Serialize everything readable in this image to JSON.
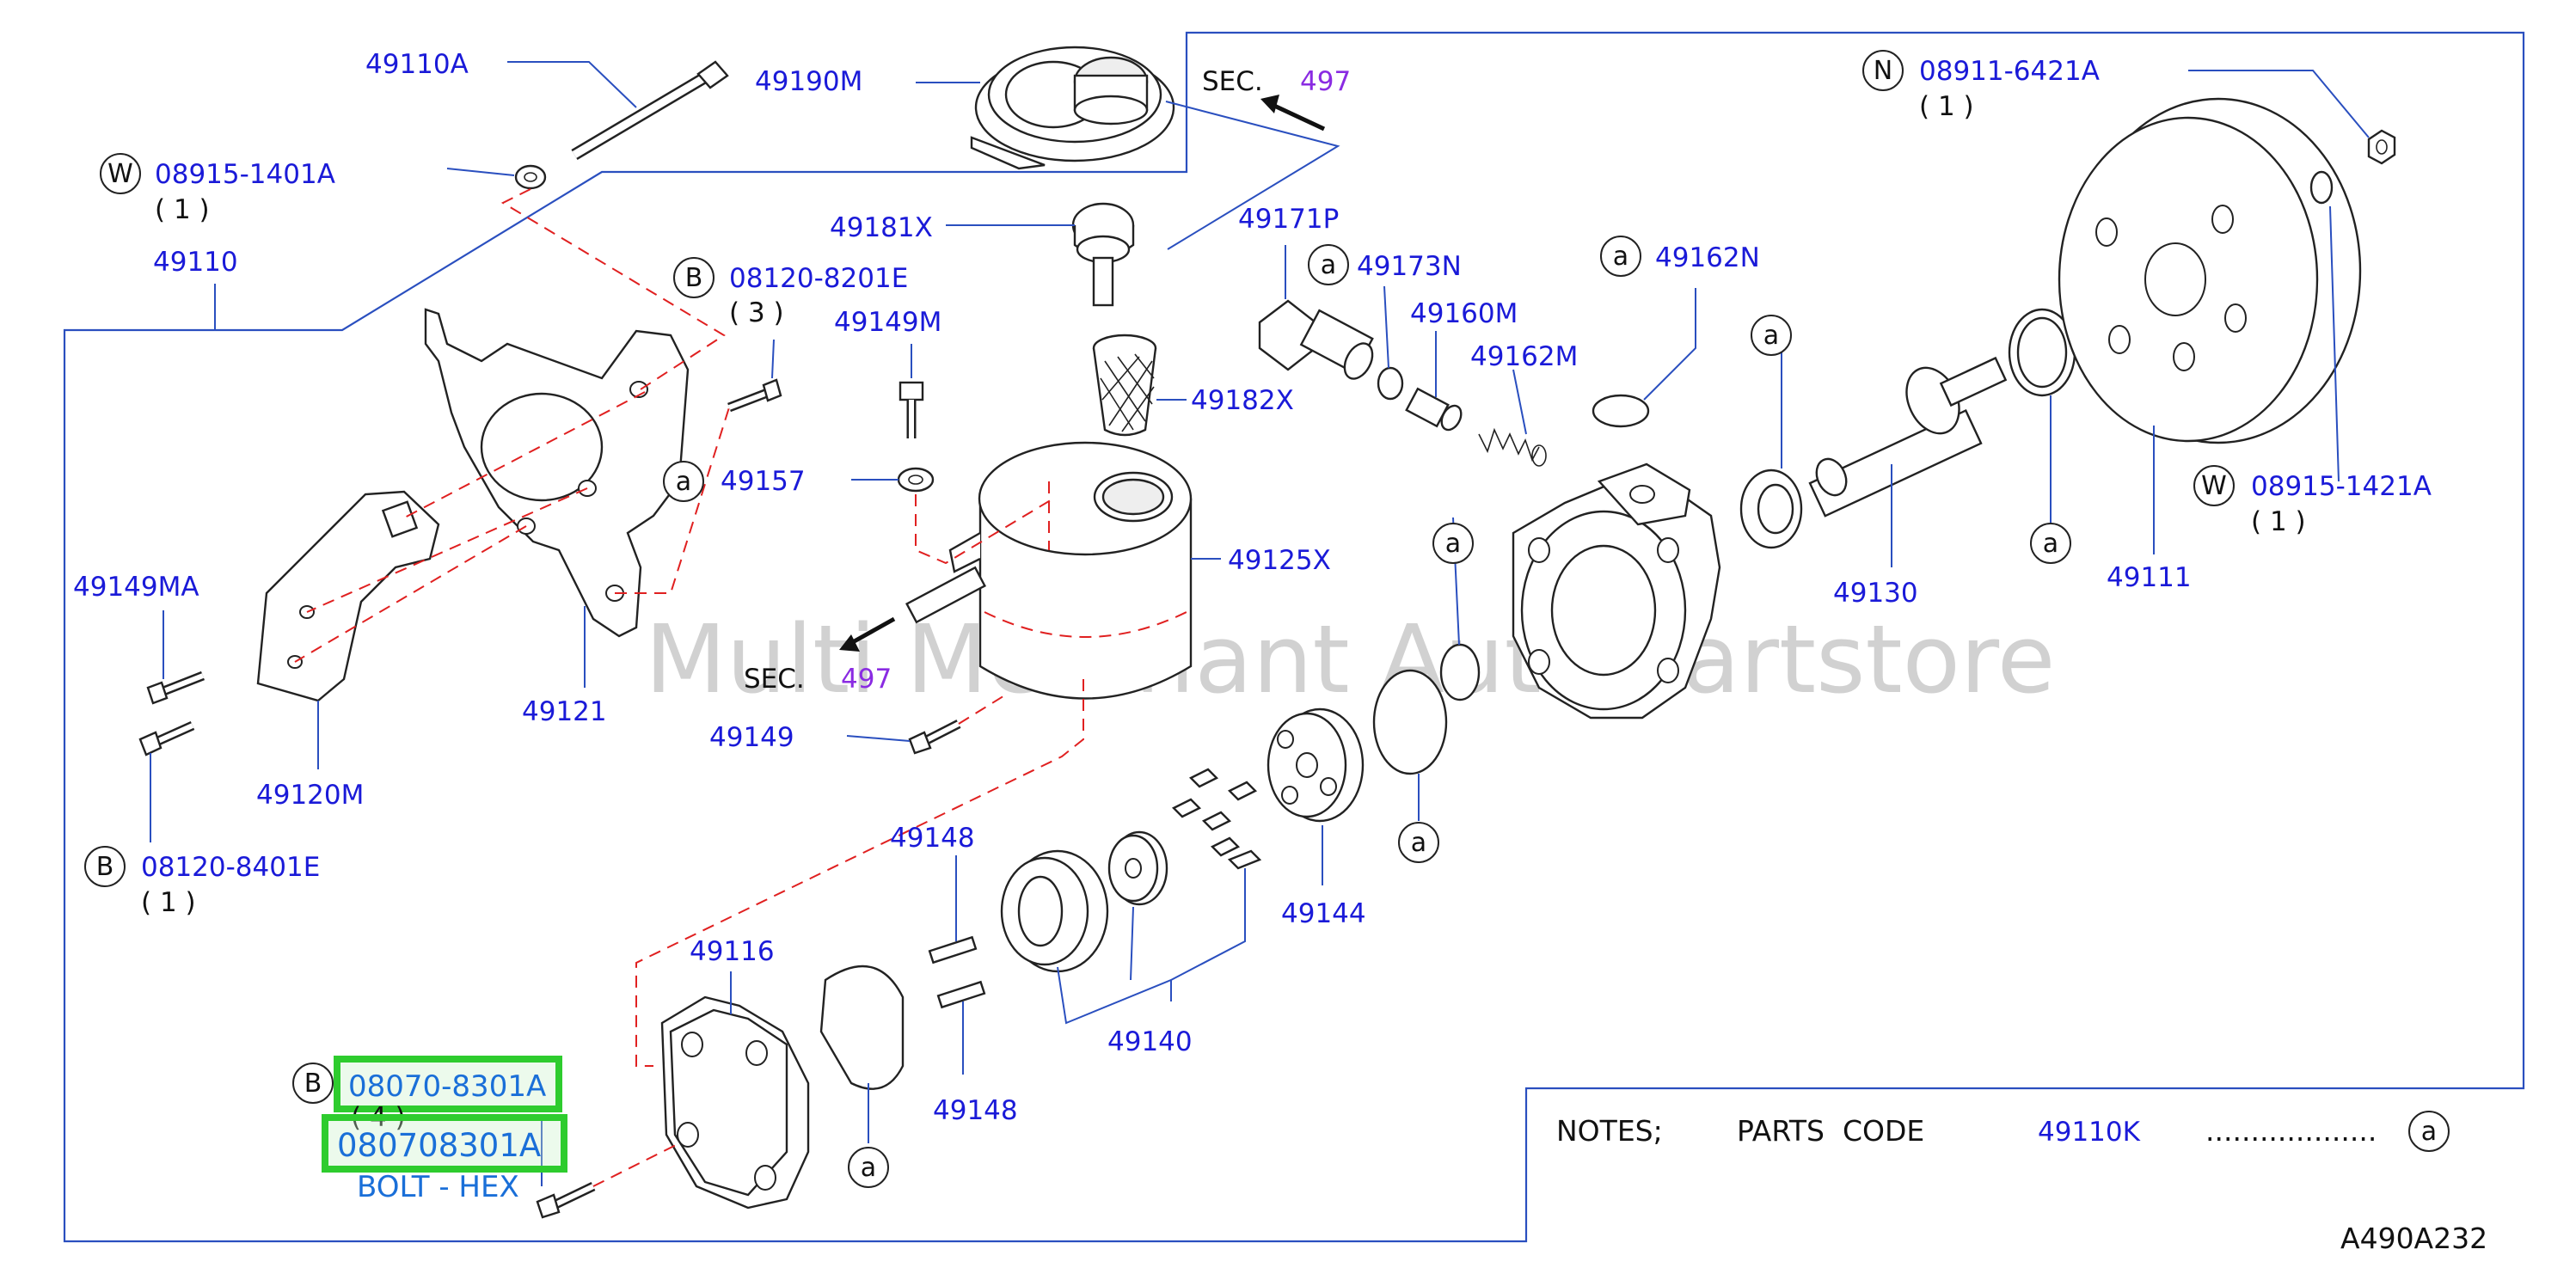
{
  "diagram": {
    "code": "A490A232",
    "watermark": "Multi Merchant Auto Partstore",
    "sec_label": "SEC.",
    "sec_number": "497",
    "circle_a": "a",
    "notes": {
      "label": "NOTES;",
      "parts_code_label": "PARTS  CODE",
      "parts_code": "49110K",
      "dots": "...................",
      "symbol": "a"
    },
    "parts": [
      {
        "id": "p49110A",
        "number": "49110A"
      },
      {
        "id": "p49190M",
        "number": "49190M"
      },
      {
        "id": "p08915-1401A",
        "prefix": "W",
        "number": "08915-1401A",
        "qty": "( 1 )"
      },
      {
        "id": "p49110",
        "number": "49110"
      },
      {
        "id": "p08120-8201E",
        "prefix": "B",
        "number": "08120-8201E",
        "qty": "( 3 )"
      },
      {
        "id": "p49181X",
        "number": "49181X"
      },
      {
        "id": "p49171P",
        "number": "49171P"
      },
      {
        "id": "p49173N",
        "number": "49173N"
      },
      {
        "id": "p49160M",
        "number": "49160M"
      },
      {
        "id": "p49162N",
        "number": "49162N"
      },
      {
        "id": "p49162M",
        "number": "49162M"
      },
      {
        "id": "p49149M",
        "number": "49149M"
      },
      {
        "id": "p49182X",
        "number": "49182X"
      },
      {
        "id": "p49157",
        "number": "49157"
      },
      {
        "id": "p49125X",
        "number": "49125X"
      },
      {
        "id": "p49149MA",
        "number": "49149MA"
      },
      {
        "id": "p49121",
        "number": "49121"
      },
      {
        "id": "p49149",
        "number": "49149"
      },
      {
        "id": "p49120M",
        "number": "49120M"
      },
      {
        "id": "p08120-8401E",
        "prefix": "B",
        "number": "08120-8401E",
        "qty": "( 1 )"
      },
      {
        "id": "p49148a",
        "number": "49148"
      },
      {
        "id": "p49148b",
        "number": "49148"
      },
      {
        "id": "p49144",
        "number": "49144"
      },
      {
        "id": "p49116",
        "number": "49116"
      },
      {
        "id": "p49140",
        "number": "49140"
      },
      {
        "id": "p49130",
        "number": "49130"
      },
      {
        "id": "p49111",
        "number": "49111"
      },
      {
        "id": "p08911-6421A",
        "prefix": "N",
        "number": "08911-6421A",
        "qty": "( 1 )"
      },
      {
        "id": "p08915-1421A",
        "prefix": "W",
        "number": "08915-1421A",
        "qty": "( 1 )"
      }
    ],
    "highlight": {
      "prefix": "B",
      "number": "08070-8301A",
      "qty": "( 4 )",
      "number_compact": "080708301A",
      "description": "BOLT - HEX"
    }
  }
}
